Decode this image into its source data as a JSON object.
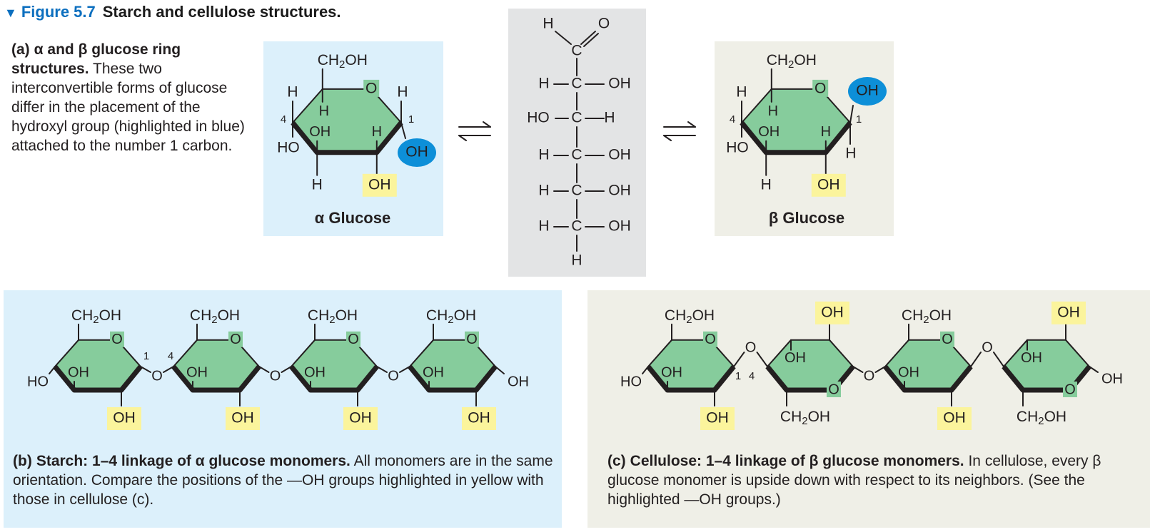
{
  "figure": {
    "number": "Figure 5.7",
    "title": "Starch and cellulose structures."
  },
  "panel_a": {
    "label": "(a)",
    "heading": "α and β glucose ring structures.",
    "text": "These two interconvertible forms of glucose differ in the placement of the hydroxyl group (highlighted in blue) attached to the number 1 carbon.",
    "alpha_name": "α Glucose",
    "beta_name": "β Glucose"
  },
  "panel_b": {
    "label": "(b)",
    "heading": "Starch: 1–4 linkage of α glucose monomers.",
    "text": "All monomers are in the same orientation. Compare the positions of the —OH groups highlighted in yellow with those in cellulose (c)."
  },
  "panel_c": {
    "label": "(c)",
    "heading": "Cellulose: 1–4 linkage of β glucose monomers.",
    "text": "In cellulose, every β glucose monomer is upside down with respect to its neighbors. (See the highlighted —OH groups.)"
  },
  "chem": {
    "ch2oh": "CH₂OH",
    "oh": "OH",
    "ho": "HO",
    "o": "O",
    "h": "H",
    "c": "C",
    "one": "1",
    "four": "4"
  },
  "colors": {
    "ring_fill": "#86cc9c",
    "blue_highlight": "#0d8fd8",
    "yellow_highlight": "#fbf49c",
    "figure_blue": "#0c6fbf"
  }
}
